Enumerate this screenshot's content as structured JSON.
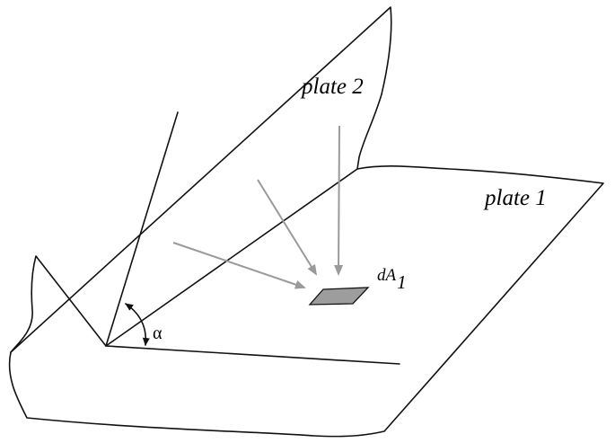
{
  "labels": {
    "plate2": "plate 2",
    "plate1": "plate 1",
    "area_main": "dA",
    "area_sub": "1",
    "angle": "α"
  },
  "colors": {
    "line": "#111111",
    "arrow": "#9a9a9a",
    "area_fill": "#9d9d9d"
  }
}
